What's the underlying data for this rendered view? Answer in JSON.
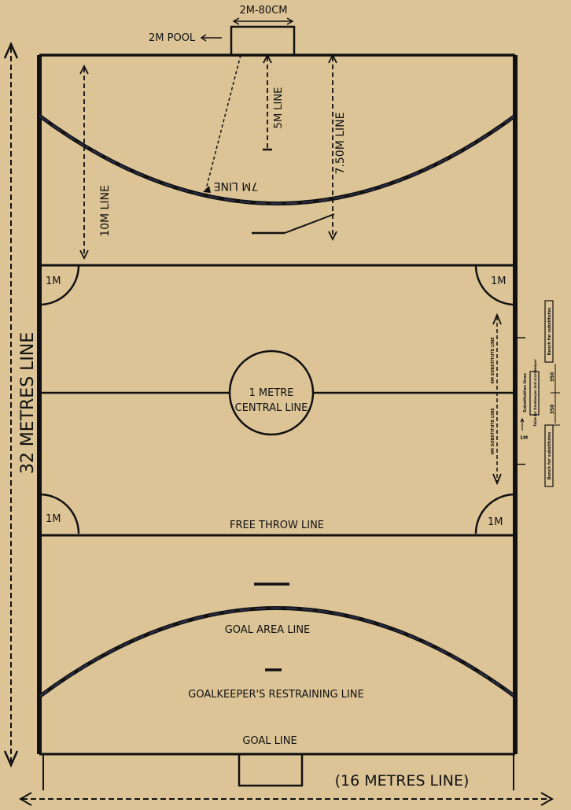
{
  "diagram": {
    "top_labels": {
      "width_2m_80cm": "2M-80CM",
      "pool_2m": "2M POOL"
    },
    "vertical_labels": {
      "line_5m": "5M LINE",
      "line_750m": "7.50M LINE",
      "line_10m": "10M LINE",
      "line_7m_mirrored": "7M LINE",
      "outer_32m": "32 METRES LINE"
    },
    "corner_labels": {
      "top_left": "1M",
      "top_right": "1M",
      "bottom_left": "1M",
      "bottom_right": "1M"
    },
    "center_labels": {
      "line1": "1 METRE",
      "line2": "CENTRAL LINE"
    },
    "substitution_labels": {
      "sub_line_upper": "4M SUBSTITUTE LINE",
      "sub_line_lower": "4M SUBSTITUTE LINE",
      "sub_lines": "Substitution lines",
      "officials_table": "Table for timekeeper and scorekeeper",
      "bench_top": "Bench for substitutes",
      "bench_bottom": "Bench for substitutes",
      "dim_350_top": "350",
      "dim_350_bottom": "350",
      "dim_1m": "1M"
    },
    "bottom_labels": {
      "free_throw": "FREE THROW LINE",
      "goal_area": "GOAL AREA LINE",
      "goalkeeper_restraining": "GOALKEEPER'S RESTRAINING LINE",
      "goal_line": "GOAL LINE",
      "width_16m": "(16 METRES LINE)"
    },
    "colors": {
      "background": "#dcc497",
      "lines": "#111111",
      "arc_accent": "#2b2f4a"
    }
  }
}
